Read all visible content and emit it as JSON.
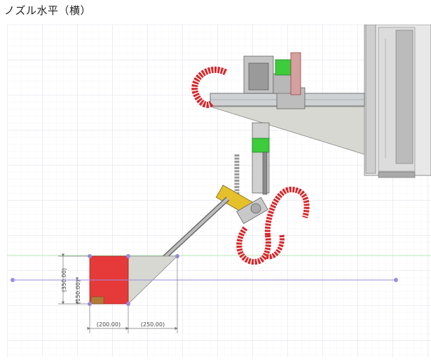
{
  "page_title": "ノズル水平（横）",
  "dimensions": {
    "height_overall": "(350.00)",
    "height_lower": "(150.00)",
    "width_block": "(200.00)",
    "width_chute": "(250.00)"
  },
  "colors": {
    "grid_minor": "#ececf2",
    "grid_major": "#d6d6e2",
    "sketch_line": "#9b8ae0",
    "red_block": "#e63a3a",
    "green_part": "#3ccc3c",
    "cable_chain": "#d8262a",
    "frame_gray": "#a8a8a8"
  }
}
